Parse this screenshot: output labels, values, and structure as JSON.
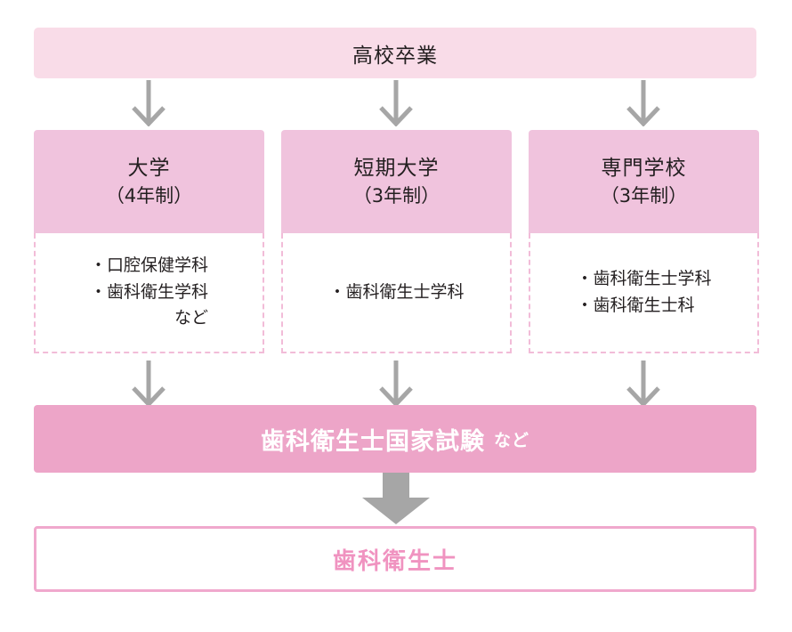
{
  "diagram": {
    "title_box": {
      "label": "高校卒業"
    },
    "paths": [
      {
        "name": "university",
        "head_line1": "大学",
        "head_line2": "（4年制）",
        "items": [
          "・口腔保健学科",
          "・歯科衛生学科"
        ],
        "note": "など"
      },
      {
        "name": "junior-college",
        "head_line1": "短期大学",
        "head_line2": "（3年制）",
        "items": [
          "・歯科衛生士学科"
        ],
        "note": ""
      },
      {
        "name": "vocational-school",
        "head_line1": "専門学校",
        "head_line2": "（3年制）",
        "items": [
          "・歯科衛生士学科",
          "・歯科衛生士科"
        ],
        "note": ""
      }
    ],
    "exam_bar": {
      "title": "歯科衛生士国家試験",
      "suffix": "など"
    },
    "result_box": {
      "label": "歯科衛生士"
    },
    "colors": {
      "top_box_fill": "#f9dce8",
      "column_head_fill": "#f0c3dd",
      "column_body_border": "#f2bcd8",
      "exam_bar_fill": "#eda5c8",
      "result_border": "#f0a8cd",
      "result_text": "#f093c0",
      "arrow": "#a6a6a6",
      "text": "#231f20"
    }
  }
}
